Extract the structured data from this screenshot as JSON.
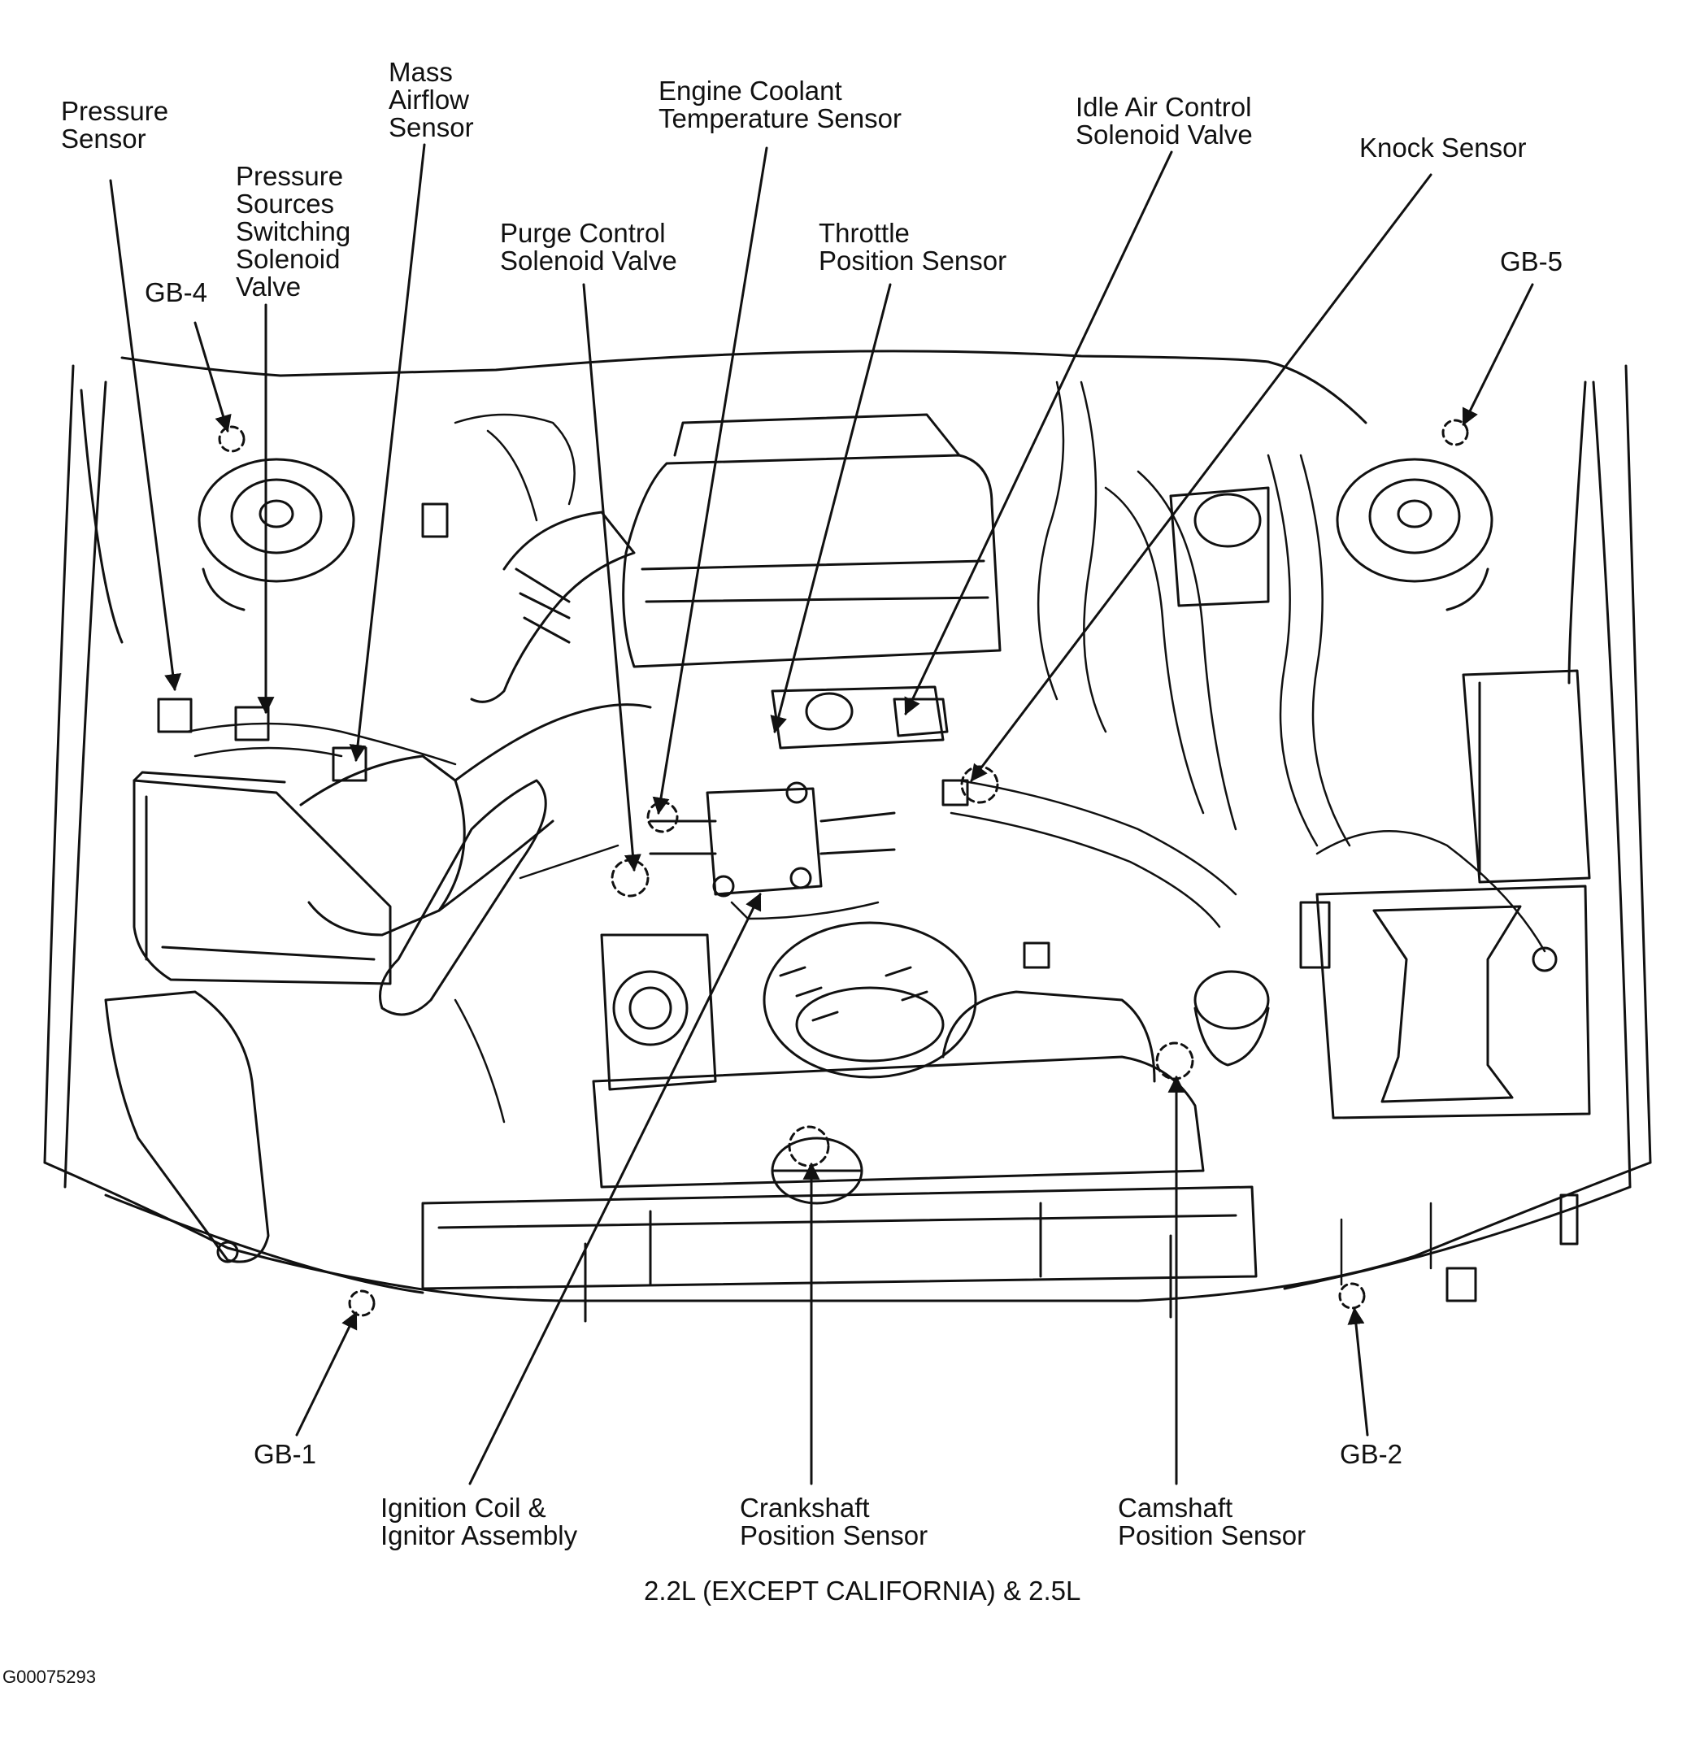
{
  "callouts": {
    "pressure_sensor": [
      "Pressure",
      "Sensor"
    ],
    "mass_airflow_sensor": [
      "Mass",
      "Airflow",
      "Sensor"
    ],
    "pressure_sources_switching_solenoid_valve": [
      "Pressure",
      "Sources",
      "Switching",
      "Solenoid",
      "Valve"
    ],
    "engine_coolant_temperature_sensor": [
      "Engine Coolant",
      "Temperature Sensor"
    ],
    "idle_air_control_solenoid_valve": [
      "Idle Air Control",
      "Solenoid Valve"
    ],
    "knock_sensor": [
      "Knock Sensor"
    ],
    "purge_control_solenoid_valve": [
      "Purge Control",
      "Solenoid Valve"
    ],
    "throttle_position_sensor": [
      "Throttle",
      "Position Sensor"
    ],
    "gb4": [
      "GB-4"
    ],
    "gb5": [
      "GB-5"
    ],
    "gb1": [
      "GB-1"
    ],
    "gb2": [
      "GB-2"
    ],
    "ignition_coil_ignitor_assembly": [
      "Ignition Coil &",
      "Ignitor Assembly"
    ],
    "crankshaft_position_sensor": [
      "Crankshaft",
      "Position Sensor"
    ],
    "camshaft_position_sensor": [
      "Camshaft",
      "Position Sensor"
    ]
  },
  "caption": "2.2L (EXCEPT CALIFORNIA) & 2.5L",
  "figure_id": "G00075293"
}
